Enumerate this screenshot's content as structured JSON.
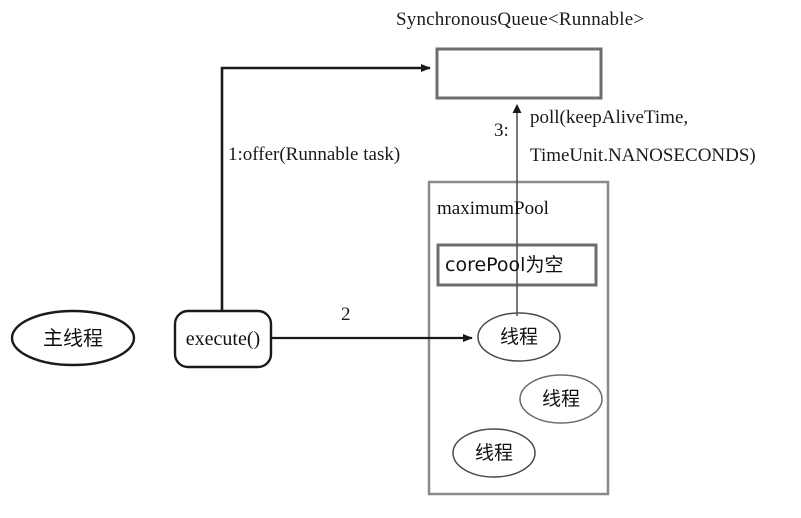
{
  "diagram": {
    "title": "SynchronousQueue<Runnable>",
    "queue_box": {
      "label": ""
    },
    "source_node": {
      "label": "主线程"
    },
    "execute_node": {
      "label": "execute()"
    },
    "pool_box": {
      "label": "maximumPool"
    },
    "core_box": {
      "label": "corePool为空"
    },
    "threads": [
      {
        "label": "线程"
      },
      {
        "label": "线程"
      },
      {
        "label": "线程"
      }
    ],
    "edges": {
      "offer_label": "1:offer(Runnable task)",
      "execute_step_label": "2",
      "poll_step_label": "3:",
      "poll_label_line1": "poll(keepAliveTime,",
      "poll_label_line2": "TimeUnit.NANOSECONDS)"
    },
    "colors": {
      "stroke_dark": "#1a1a1a",
      "stroke_gray": "#6e6e6e",
      "stroke_thin": "#555555",
      "background": "#ffffff",
      "text": "#111111"
    }
  }
}
